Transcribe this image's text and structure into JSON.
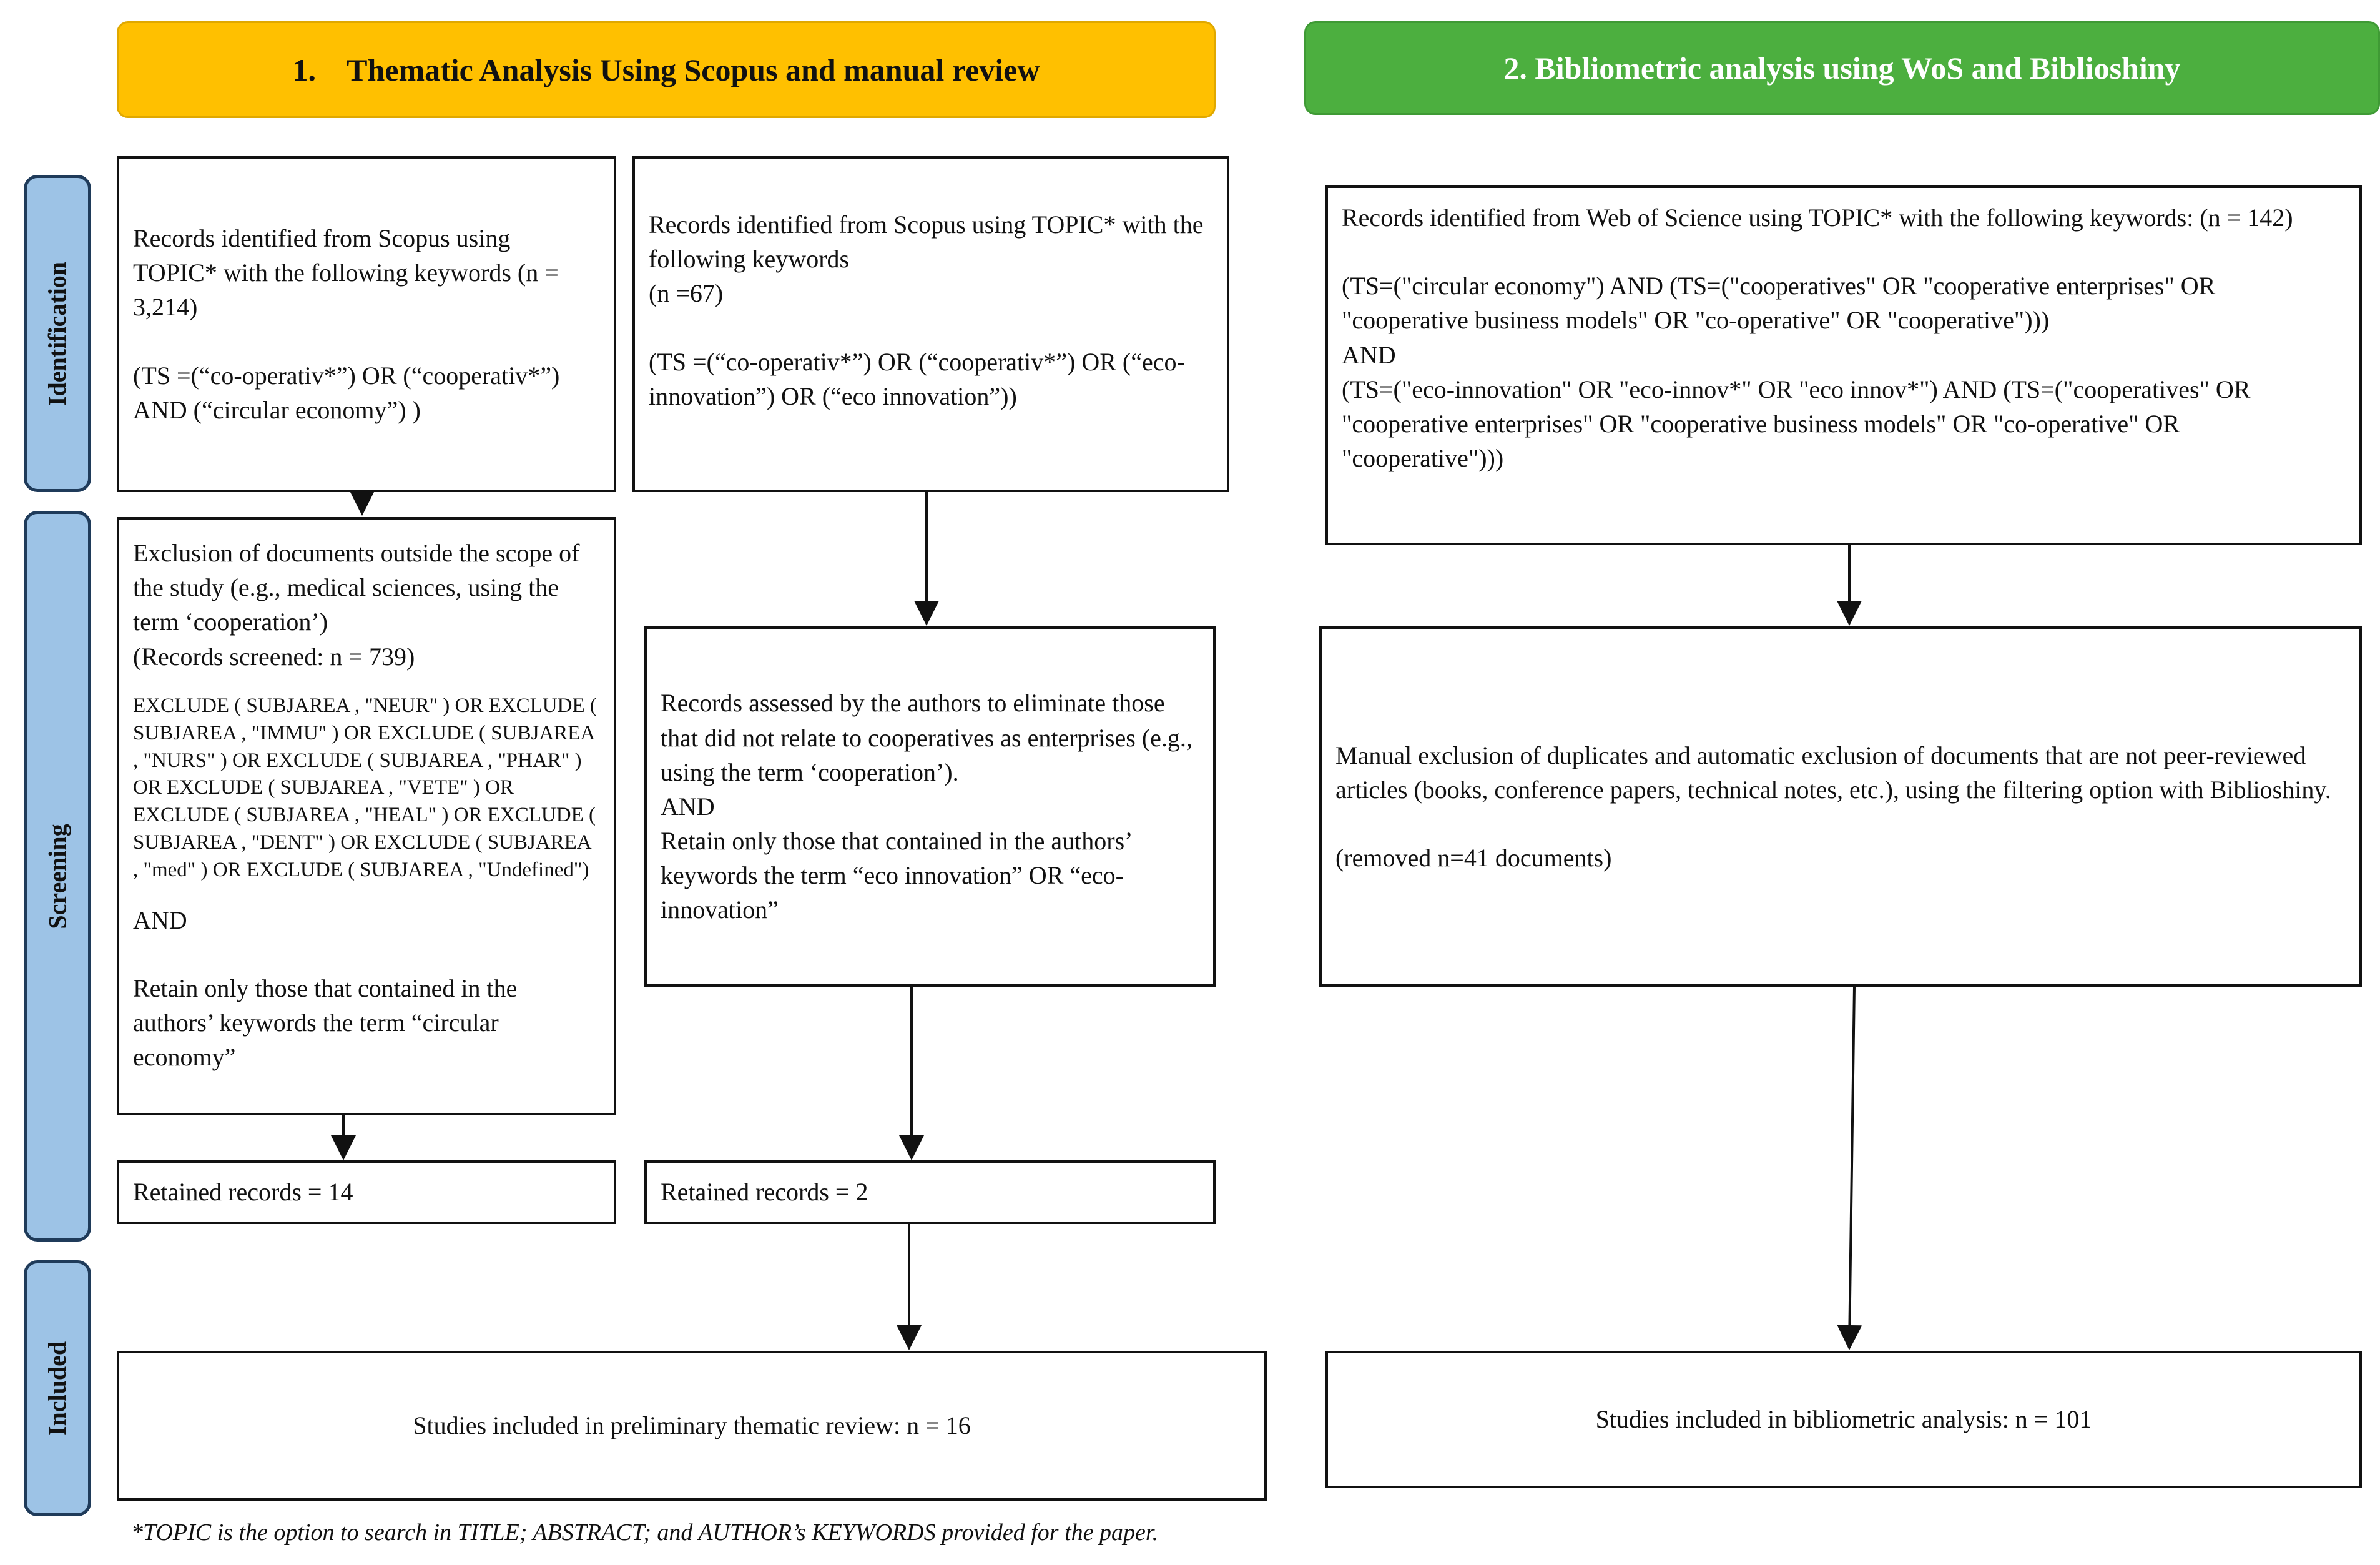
{
  "headers": {
    "scopus": "1.    Thematic Analysis Using Scopus and manual review",
    "wos": "2. Bibliometric analysis using WoS and Biblioshiny"
  },
  "stages": {
    "identification": "Identification",
    "screening": "Screening",
    "included": "Included"
  },
  "scopus_ce": {
    "identified": {
      "line1": "Records identified from Scopus using TOPIC* with the following keywords (n = 3,214)",
      "line2": "(TS =(“co-operativ*”) OR (“cooperativ*”) AND (“circular economy”) )"
    },
    "screening": {
      "line1": "Exclusion of documents outside the scope of the study (e.g., medical sciences, using the term ‘cooperation’)",
      "line2": "(Records screened: n = 739)",
      "exclude": "EXCLUDE ( SUBJAREA , \"NEUR\" ) OR EXCLUDE ( SUBJAREA , \"IMMU\" ) OR EXCLUDE ( SUBJAREA , \"NURS\" ) OR EXCLUDE ( SUBJAREA , \"PHAR\" ) OR EXCLUDE ( SUBJAREA , \"VETE\" ) OR EXCLUDE ( SUBJAREA , \"HEAL\" ) OR EXCLUDE ( SUBJAREA , \"DENT\" ) OR EXCLUDE ( SUBJAREA , \"med\" ) OR EXCLUDE ( SUBJAREA , \"Undefined\")",
      "and": "AND",
      "retain": "Retain only those that contained in the authors’ keywords the term “circular economy”"
    },
    "retained": "Retained records = 14"
  },
  "scopus_eco": {
    "identified": {
      "line1": "Records identified from Scopus using TOPIC* with the following keywords",
      "line2": "(n =67)",
      "line3": "(TS =(“co-operativ*”) OR (“cooperativ*”) OR (“eco-innovation”) OR (“eco innovation”))"
    },
    "screening": {
      "line1": "Records assessed by the authors to eliminate those that did not relate to cooperatives as enterprises (e.g., using the term ‘cooperation’).",
      "and": "AND",
      "retain": "Retain only those that contained in the authors’ keywords the term “eco innovation” OR “eco-innovation”"
    },
    "retained": "Retained records = 2"
  },
  "scopus_included": "Studies included in preliminary thematic review: n = 16",
  "wos": {
    "identified": {
      "line1": "Records identified from Web of Science using TOPIC* with the following keywords: (n = 142)",
      "line2": "(TS=(\"circular economy\") AND (TS=(\"cooperatives\" OR \"cooperative enterprises\" OR \"cooperative business models\" OR \"co-operative\" OR \"cooperative\")))",
      "and": "AND",
      "line3": "(TS=(\"eco-innovation\" OR \"eco-innov*\" OR \"eco innov*\") AND (TS=(\"cooperatives\" OR \"cooperative enterprises\" OR \"cooperative business models\" OR \"co-operative\" OR \"cooperative\")))"
    },
    "screening": {
      "line1": "Manual exclusion of duplicates and automatic exclusion of documents that are not peer-reviewed articles (books, conference papers, technical notes, etc.), using the filtering option with Biblioshiny.",
      "line2": "(removed n=41 documents)"
    },
    "included": "Studies included in bibliometric analysis: n = 101"
  },
  "footnote": "*TOPIC is the option to search in TITLE; ABSTRACT; and AUTHOR’s KEYWORDS provided for the paper."
}
